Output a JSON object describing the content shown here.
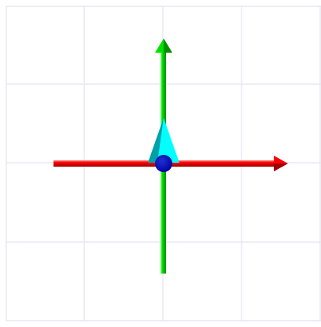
{
  "scene": {
    "grid": {
      "visible": true,
      "divisions": 4,
      "line_color": "#e8e8f4"
    },
    "background_color": "#ffffff",
    "axes": {
      "x": {
        "color": "#ff0000",
        "highlight_color": "#ff8080",
        "shadow_color": "#a00000",
        "direction": "right"
      },
      "y": {
        "color": "#00e000",
        "highlight_color": "#90ff90",
        "shadow_color": "#009000",
        "direction": "up"
      }
    },
    "cone": {
      "color": "#00ffff",
      "shaded_color": "#00a0a8",
      "points": "up"
    },
    "origin_sphere": {
      "color": "#0000a0",
      "highlight_color": "#2030d0"
    }
  }
}
